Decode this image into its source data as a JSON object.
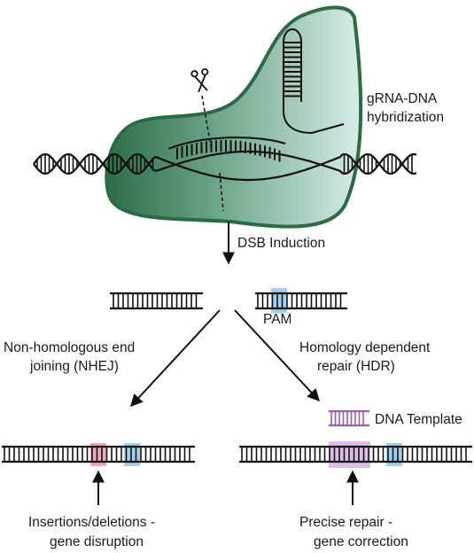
{
  "labels": {
    "hybridization_line1": "gRNA-DNA",
    "hybridization_line2": "hybridization",
    "dsb": "DSB Induction",
    "pam": "PAM",
    "nhej_line1": "Non-homologous end",
    "nhej_line2": "joining (NHEJ)",
    "hdr_line1": "Homology dependent",
    "hdr_line2": "repair (HDR)",
    "template": "DNA Template",
    "indel_line1": "Insertions/deletions -",
    "indel_line2": "gene disruption",
    "precise_line1": "Precise repair -",
    "precise_line2": "gene correction"
  },
  "icons": {
    "scissors": "scissors-icon"
  },
  "colors": {
    "cas9_dark": "#2a6a45",
    "cas9_light": "#cfe8e0",
    "pam_highlight": "#8ec9e6",
    "indel_highlight": "#e89aa8",
    "template": "#9a5fb0",
    "template_highlight": "#d8b8e0"
  }
}
